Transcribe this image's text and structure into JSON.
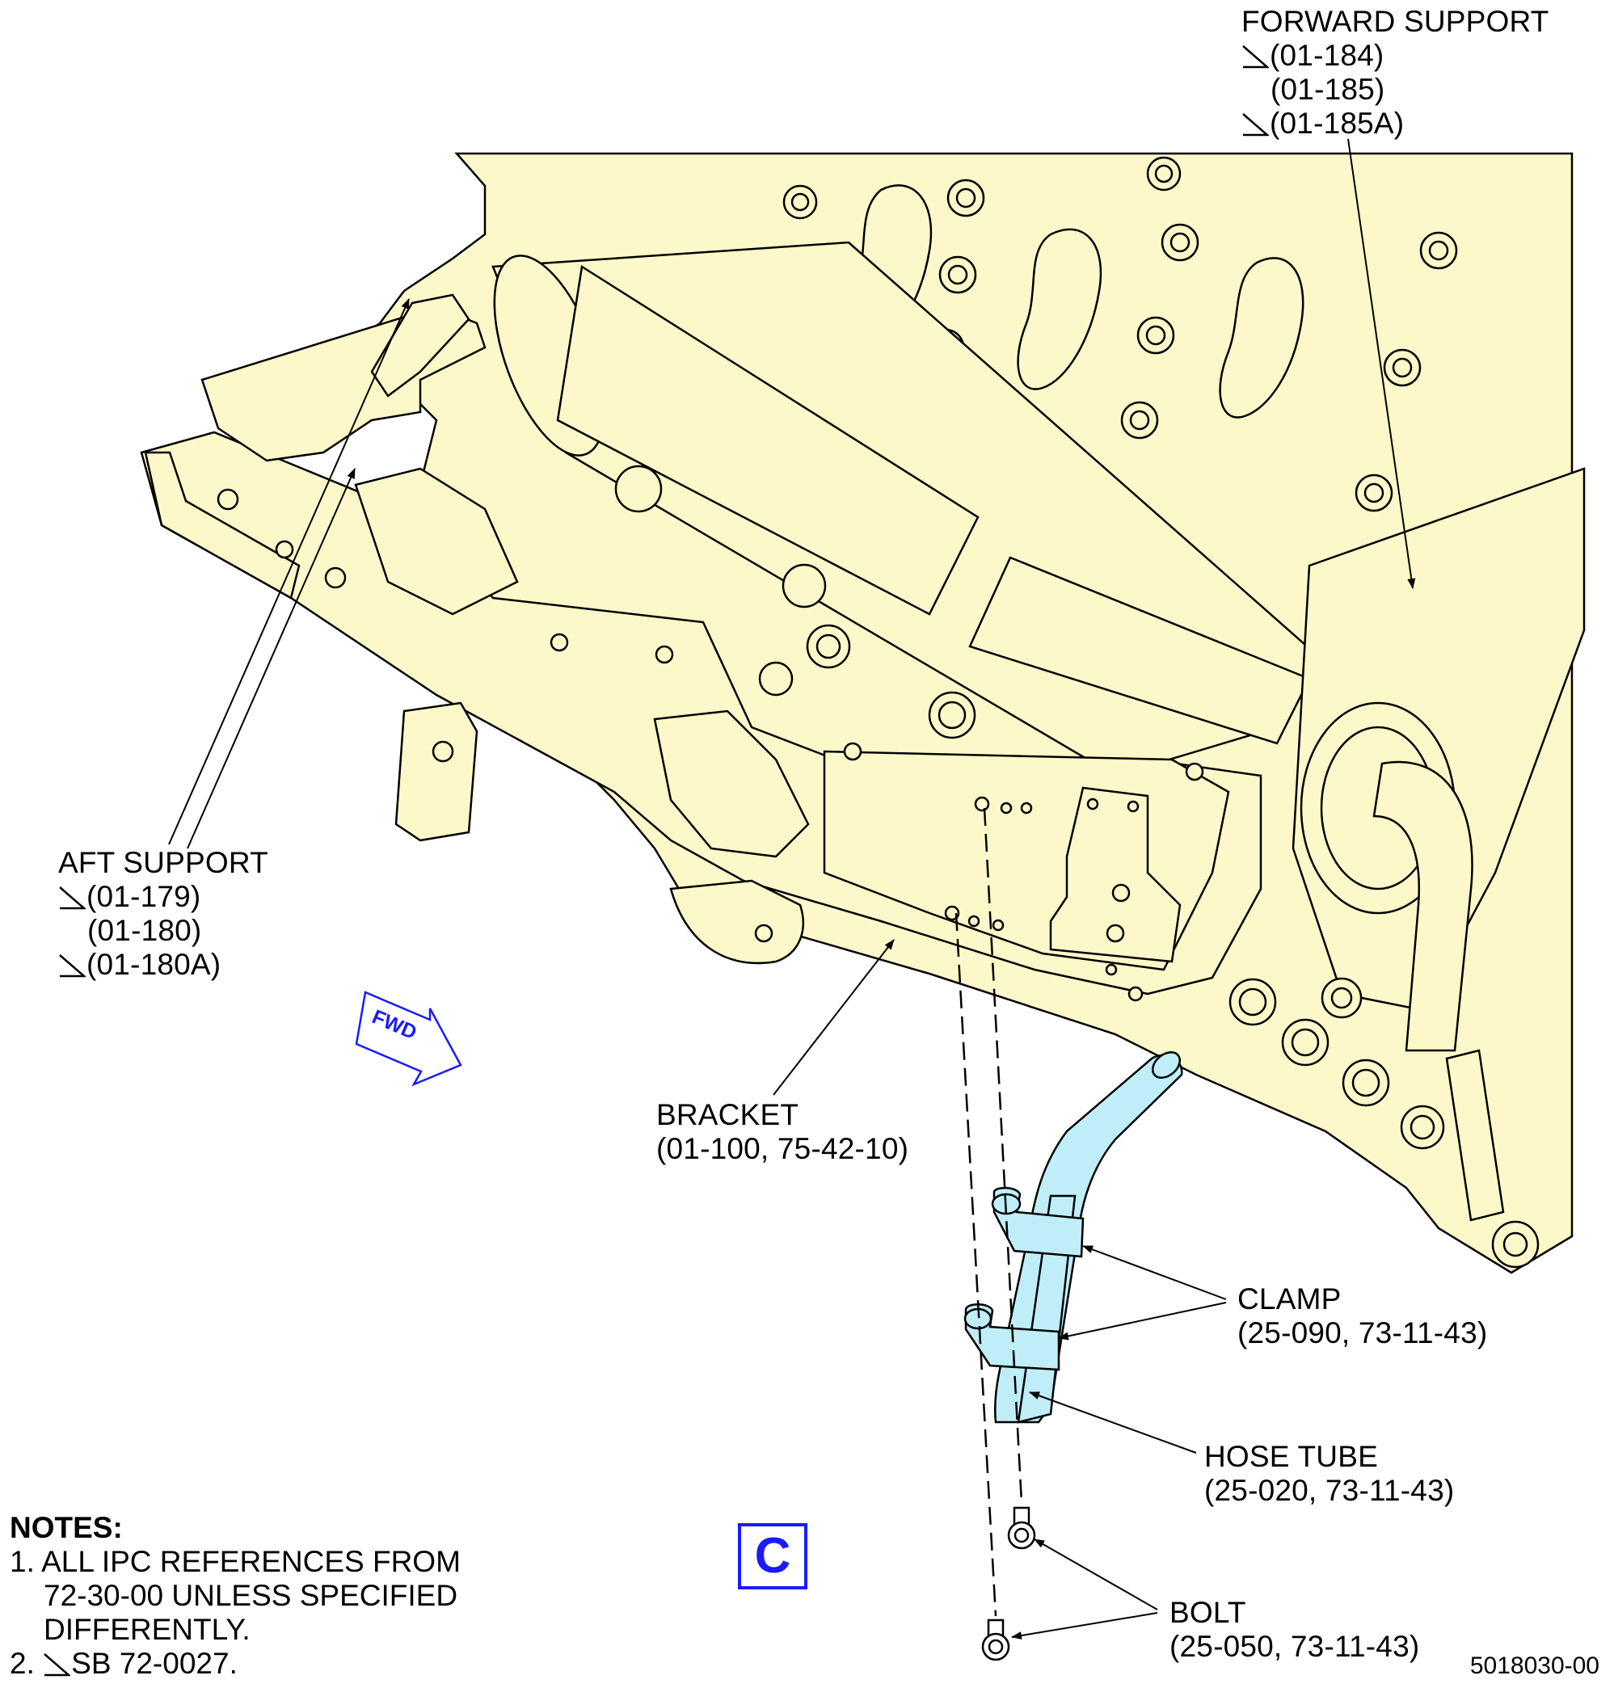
{
  "labels": {
    "forward_support": {
      "title": "FORWARD SUPPORT",
      "refs": [
        "(01-184)",
        "(01-185)",
        "(01-185A)"
      ],
      "sb_marked": [
        true,
        false,
        true
      ]
    },
    "aft_support": {
      "title": "AFT SUPPORT",
      "refs": [
        "(01-179)",
        "(01-180)",
        "(01-180A)"
      ],
      "sb_marked": [
        true,
        false,
        true
      ]
    },
    "bracket": {
      "title": "BRACKET",
      "ref": "(01-100, 75-42-10)"
    },
    "clamp": {
      "title": "CLAMP",
      "ref": "(25-090, 73-11-43)"
    },
    "hose_tube": {
      "title": "HOSE TUBE",
      "ref": "(25-020, 73-11-43)"
    },
    "bolt": {
      "title": "BOLT",
      "ref": "(25-050, 73-11-43)"
    }
  },
  "fwd_arrow": "FWD",
  "view_label": "C",
  "notes": {
    "heading": "NOTES:",
    "items": [
      {
        "num": "1.",
        "lines": [
          "ALL IPC REFERENCES FROM",
          "72-30-00 UNLESS SPECIFIED",
          "DIFFERENTLY."
        ]
      },
      {
        "num": "2.",
        "text": "SB 72-0027.",
        "sb_marked": true
      }
    ]
  },
  "figure_number": "5018030-00",
  "colors": {
    "engine_fill": "#fdf8c9",
    "hose_fill": "#bfeef8",
    "accent_blue": "#1a1aff",
    "line": "#000000"
  }
}
